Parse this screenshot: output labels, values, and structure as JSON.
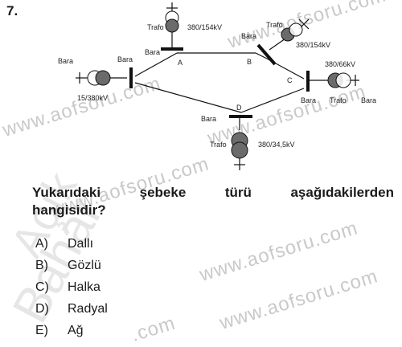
{
  "question": {
    "number": "7.",
    "text_line1_words": [
      "Yukarıdaki",
      "şebeke",
      "türü",
      "aşağıdakilerden"
    ],
    "text_line2": "hangisidir?"
  },
  "options": [
    {
      "letter": "A)",
      "text": "Dallı"
    },
    {
      "letter": "B)",
      "text": "Gözlü"
    },
    {
      "letter": "C)",
      "text": "Halka"
    },
    {
      "letter": "D)",
      "text": "Radyal"
    },
    {
      "letter": "E)",
      "text": "Ağ"
    }
  ],
  "diagram": {
    "labels": {
      "bara": "Bara",
      "trafo": "Trafo",
      "node_a": "A",
      "node_b": "B",
      "node_c": "C",
      "node_d": "D",
      "top_transformer": "380/154kV",
      "right_top_transformer": "380/154kV",
      "left_transformer": "15/380kV",
      "right_transformer": "380/66kV",
      "bottom_transformer": "380/34,5kV"
    },
    "colors": {
      "transformer_fill": "#6b6b6b",
      "line": "#111111"
    }
  },
  "watermark": {
    "site": "www.aofsoru.com",
    "site_short": ".com",
    "name1": "Bahar",
    "name2": "Açık"
  }
}
